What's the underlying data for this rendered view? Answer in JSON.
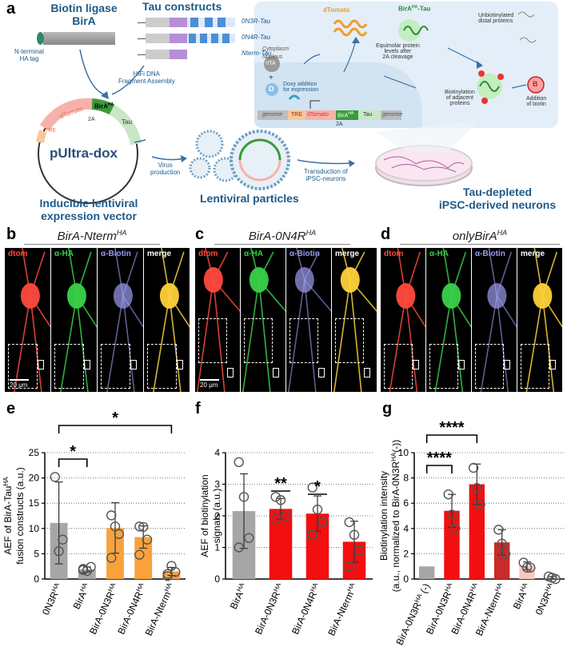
{
  "panel_a": {
    "label": "a",
    "birA_title": "Biotin ligase\nBirA",
    "ha_tag": "N-terminal\nHA tag",
    "tau_title": "Tau constructs",
    "constructs": [
      "0N3R-Tau",
      "0N4R-Tau",
      "Nterm-Tau"
    ],
    "assembly": "HiFi DNA\nFragment Assembly",
    "vector_name": "pUltra-dox",
    "vector_parts": {
      "dtomato": "dTomato",
      "bira": "BirA",
      "bira_sup": "HA",
      "tau": "Tau",
      "tre": "TRE",
      "p2a": "2A"
    },
    "vector_caption": "Inducible lentiviral\nexpression vector",
    "virus_production": "Virus\nproduction",
    "particles": "Lentiviral particles",
    "transduction": "Transduction of\niPSC-neurons",
    "neurons": "Tau-depleted\niPSC-derived neurons",
    "cell": {
      "cytoplasm": "Cytoplasm",
      "nucleus": "Nucleus",
      "rttA": "rtTA",
      "plus": "+",
      "d": "D",
      "doxy": "Doxy addition\nfor expression",
      "genome1": "genome",
      "tre": "TRE",
      "dtomato": "dTomato",
      "bira": "BirA",
      "bira_sup": "HA",
      "tau": "Tau",
      "genome2": "genome",
      "p2a": "2A",
      "dtomato_protein": "dTomato",
      "birA_tau": "BirA",
      "birA_tau_sup": "HA",
      "birA_tau_suffix": "-Tau",
      "equimolar": "Equimolar protein\nlevels after\n2A cleavage",
      "unbiotinylated": "Unbiotinylated\ndistal proteins",
      "biotinylation": "Biotinylation\nof adjacent\nproteins",
      "addition": "Addition\nof biotin",
      "b": "B"
    }
  },
  "panel_b": {
    "label": "b",
    "title": "BirA-Nterm",
    "title_sup": "HA",
    "channels": [
      "dtom",
      "α-HA",
      "α-Biotin",
      "merge"
    ],
    "scale": "20 μm"
  },
  "panel_c": {
    "label": "c",
    "title": "BirA-0N4R",
    "title_sup": "HA",
    "channels": [
      "dtom",
      "α-HA",
      "α-Biotin",
      "merge"
    ],
    "scale": "20 μm"
  },
  "panel_d": {
    "label": "d",
    "title": "onlyBirA",
    "title_sup": "HA",
    "channels": [
      "dtom",
      "α-HA",
      "α-Biotin",
      "merge"
    ]
  },
  "panel_e": {
    "label": "e",
    "sig1": "*",
    "sig2": "*"
  },
  "panel_f": {
    "label": "f",
    "sig1": "**",
    "sig2": "*"
  },
  "panel_g": {
    "label": "g",
    "sig1": "****",
    "sig2": "****"
  },
  "colors": {
    "grey": "#a6a6a6",
    "orange": "#f9a23b",
    "red": "#f20f0f",
    "darkred": "#c92a2a",
    "pink": "#f9c6c0",
    "dtomato": "#ff4a3d",
    "ha": "#3ad14a",
    "biotin": "#9b9cf0"
  },
  "chart_data": [
    {
      "type": "bar",
      "panel": "e",
      "ylabel": "AEF of BirA-Tau^HA fusion constructs (a.u.)",
      "ylim": [
        0,
        25
      ],
      "yticks": [
        0,
        5,
        10,
        15,
        20,
        25
      ],
      "categories": [
        "0N3R^HA",
        "BirA^HA",
        "BirA-0N3R^HA",
        "BirA-0N4R^HA",
        "BirA-Nterm^HA"
      ],
      "values": [
        11.1,
        1.9,
        10.1,
        8.3,
        1.5
      ],
      "errors": [
        8.1,
        0.5,
        5.0,
        2.2,
        0.8
      ],
      "points": [
        [
          20.2,
          5.5,
          7.8
        ],
        [
          1.8,
          1.6,
          2.4,
          2.0
        ],
        [
          12.6,
          10.4,
          8.9,
          4.2
        ],
        [
          10.4,
          10.3,
          7.8,
          4.8
        ],
        [
          1.0,
          2.6,
          1.4,
          0.6
        ]
      ],
      "colors": [
        "#a6a6a6",
        "#a6a6a6",
        "#f9a23b",
        "#f9a23b",
        "#f9a23b"
      ]
    },
    {
      "type": "bar",
      "panel": "f",
      "ylabel": "AEF of biotinylation signals (a.u.)",
      "ylim": [
        0,
        4
      ],
      "yticks": [
        0,
        1,
        2,
        3,
        4
      ],
      "categories": [
        "BirA^HA",
        "BirA-0N3R^HA",
        "BirA-0N4R^HA",
        "BirA-Nterm^HA"
      ],
      "values": [
        2.15,
        2.22,
        2.07,
        1.18
      ],
      "errors": [
        1.18,
        0.33,
        0.56,
        0.65
      ],
      "points": [
        [
          3.7,
          2.6,
          1.3,
          1.0
        ],
        [
          2.6,
          2.5,
          2.0,
          1.9
        ],
        [
          2.9,
          2.2,
          1.8,
          1.4
        ],
        [
          1.8,
          1.4,
          0.9,
          0.4
        ]
      ],
      "colors": [
        "#a6a6a6",
        "#f20f0f",
        "#f20f0f",
        "#f20f0f"
      ]
    },
    {
      "type": "bar",
      "panel": "g",
      "ylabel": "Biotinylation intensity (a.u., normalized to BirA-0N3R^HA(-))",
      "ylim": [
        0,
        10
      ],
      "yticks": [
        0,
        2,
        4,
        6,
        8,
        10
      ],
      "categories": [
        "BirA-0N3R^HA (-)",
        "BirA-0N3R^HA",
        "BirA-0N4R^HA",
        "BirA-Nterm^HA",
        "BirA^HA",
        "0N3R^HA"
      ],
      "values": [
        1.0,
        5.4,
        7.5,
        2.9,
        1.05,
        0.1
      ],
      "errors": [
        0,
        1.3,
        1.6,
        1.0,
        0.3,
        0.1
      ],
      "points": [
        [],
        [
          6.7,
          5.1,
          4.0
        ],
        [
          8.8,
          7.2,
          5.9
        ],
        [
          3.9,
          2.8,
          2.0
        ],
        [
          1.3,
          0.9,
          0.9
        ],
        [
          0.2,
          0.1,
          0.0
        ]
      ],
      "colors": [
        "#a6a6a6",
        "#f20f0f",
        "#f20f0f",
        "#c92a2a",
        "#f9c6c0",
        "#a6a6a6"
      ]
    }
  ]
}
